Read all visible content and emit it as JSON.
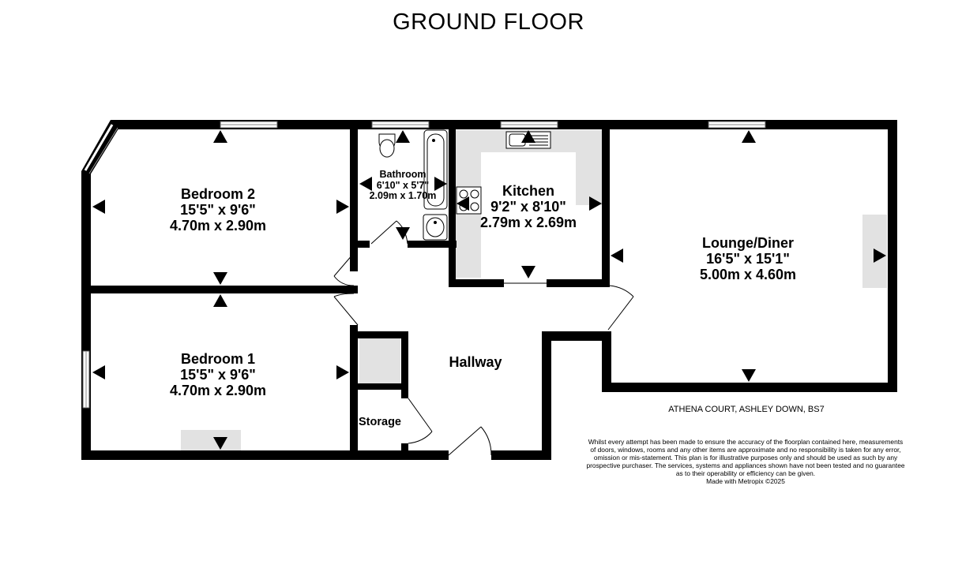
{
  "title": "GROUND FLOOR",
  "rooms": {
    "bedroom2": {
      "name": "Bedroom 2",
      "imperial": "15'5\"  x 9'6\"",
      "metric": "4.70m  x 2.90m"
    },
    "bedroom1": {
      "name": "Bedroom 1",
      "imperial": "15'5\"  x 9'6\"",
      "metric": "4.70m  x 2.90m"
    },
    "bathroom": {
      "name": "Bathroom",
      "imperial": "6'10\"  x 5'7\"",
      "metric": "2.09m  x 1.70m"
    },
    "kitchen": {
      "name": "Kitchen",
      "imperial": "9'2\"  x 8'10\"",
      "metric": "2.79m  x 2.69m"
    },
    "lounge": {
      "name": "Lounge/Diner",
      "imperial": "16'5\"  x 15'1\"",
      "metric": "5.00m  x 4.60m"
    },
    "hallway": {
      "name": "Hallway"
    },
    "storage": {
      "name": "Storage"
    }
  },
  "address": "ATHENA COURT, ASHLEY DOWN, BS7",
  "disclaimer": {
    "line1": "Whilst every attempt has been made to ensure the accuracy of the floorplan contained here, measurements",
    "line2": "of doors, windows, rooms and any other items are approximate and no responsibility is taken for any error,",
    "line3": "omission or mis-statement. This plan is for illustrative purposes only and should be used as such by any",
    "line4": "prospective purchaser. The services, systems and appliances shown have not been tested and no guarantee",
    "line5": "as to their operability or efficiency can be given.",
    "line6": "Made with Metropix ©2025"
  },
  "colors": {
    "wall": "#000000",
    "fitting": "#e2e2e2",
    "window": "#ffffff"
  }
}
